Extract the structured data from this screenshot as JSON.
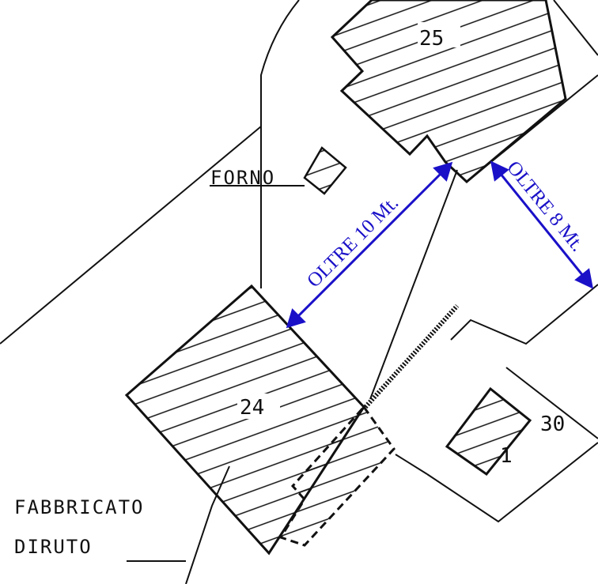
{
  "title": "Cadastral plan extract",
  "parcels": {
    "p25": "25",
    "p24": "24",
    "p30": "30",
    "p30_sub": "1"
  },
  "labels": {
    "forno": "FORNO",
    "fabbricato_line1": "FABBRICATO",
    "fabbricato_line2": "DIRUTO"
  },
  "dimensions": {
    "d1": "OLTRE 10 Mt.",
    "d2": "OLTRE 8 Mt."
  },
  "colors": {
    "line": "#111111",
    "dimension": "#1a10c8"
  }
}
